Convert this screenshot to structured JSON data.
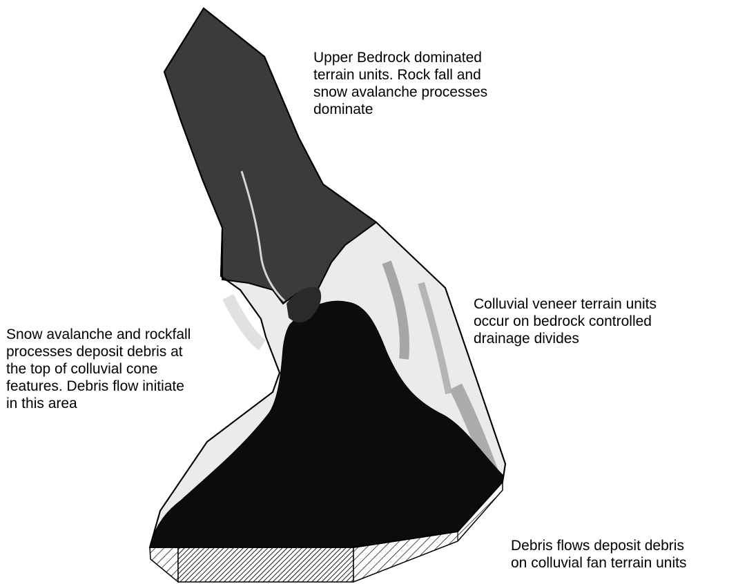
{
  "colors": {
    "background": "#ffffff",
    "text": "#000000",
    "bedrock_upper": "#3b3b3b",
    "colluvial_veneer": "#ebebeb",
    "fan_deposit": "#0c0c0c",
    "outline": "#000000"
  },
  "annotations": {
    "upper_bedrock": {
      "lines": [
        "Upper Bedrock dominated",
        "terrain units. Rock fall and",
        "snow avalanche processes",
        "dominate"
      ]
    },
    "colluvial_veneer": {
      "lines": [
        "Colluvial veneer terrain units",
        "occur on bedrock controlled",
        "drainage divides"
      ]
    },
    "snow_avalanche": {
      "lines": [
        "Snow avalanche and rockfall",
        "processes deposit debris at",
        "the top of colluvial cone",
        "features.  Debris flow initiate",
        "in this area"
      ]
    },
    "debris_flows": {
      "lines": [
        "Debris flows deposit debris",
        "on colluvial fan terrain units"
      ]
    }
  }
}
